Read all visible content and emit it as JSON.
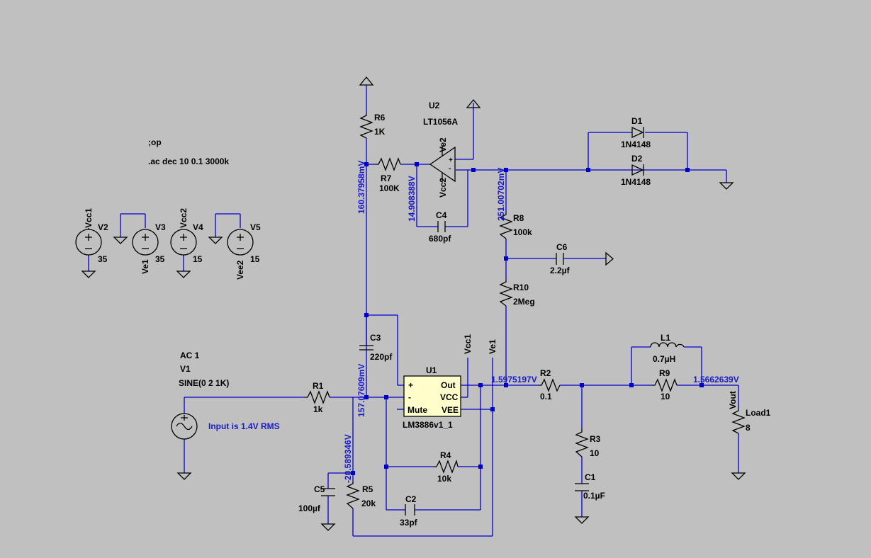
{
  "directives": {
    "op": ";op",
    "ac": ".ac dec 10 0.1 3000k"
  },
  "components": {
    "R1": {
      "name": "R1",
      "value": "1k"
    },
    "R2": {
      "name": "R2",
      "value": "0.1"
    },
    "R3": {
      "name": "R3",
      "value": "10"
    },
    "R4": {
      "name": "R4",
      "value": "10k"
    },
    "R5": {
      "name": "R5",
      "value": "20k"
    },
    "R6": {
      "name": "R6",
      "value": "1K"
    },
    "R7": {
      "name": "R7",
      "value": "100K"
    },
    "R8": {
      "name": "R8",
      "value": "100k"
    },
    "R9": {
      "name": "R9",
      "value": "10"
    },
    "R10": {
      "name": "R10",
      "value": "2Meg"
    },
    "C1": {
      "name": "C1",
      "value": "0.1µF"
    },
    "C2": {
      "name": "C2",
      "value": "33pf"
    },
    "C3": {
      "name": "C3",
      "value": "220pf"
    },
    "C4": {
      "name": "C4",
      "value": "680pf"
    },
    "C5": {
      "name": "C5",
      "value": "100µf"
    },
    "C6": {
      "name": "C6",
      "value": "2.2µf"
    },
    "L1": {
      "name": "L1",
      "value": "0.7µH"
    },
    "D1": {
      "name": "D1",
      "value": "1N4148"
    },
    "D2": {
      "name": "D2",
      "value": "1N4148"
    },
    "Load1": {
      "name": "Load1",
      "value": "8"
    },
    "V1": {
      "name": "V1",
      "ac": "AC 1",
      "value": "SINE(0 2 1K)"
    },
    "V2": {
      "name": "V2",
      "value": "35"
    },
    "V3": {
      "name": "V3",
      "value": "35"
    },
    "V4": {
      "name": "V4",
      "value": "15"
    },
    "V5": {
      "name": "V5",
      "value": "15"
    },
    "U1": {
      "name": "U1",
      "part": "LM3886v1_1",
      "pin_plus": "+",
      "pin_minus": "-",
      "pin_mute": "Mute",
      "pin_out": "Out",
      "pin_vcc": "VCC",
      "pin_vee": "VEE"
    },
    "U2": {
      "name": "U2",
      "part": "LT1056A",
      "pin_plus": "+",
      "pin_minus": "-"
    }
  },
  "nets": {
    "vcc1": "Vcc1",
    "ve1": "Ve1",
    "vcc2": "Vcc2",
    "vee2": "Vee2",
    "ve2": "Ve2",
    "vout": "Vout"
  },
  "voltages": {
    "n_r6": "160.37958mV",
    "n_u2_in": "14.908388V",
    "n_u2_out": "251.00702mV",
    "n_u1_in": "157.07609mV",
    "n_r5": "-20.589346V",
    "n_u1_out": "1.5975197V",
    "n_vout": "1.5662639V"
  },
  "annotation": "Input is 1.4V RMS"
}
